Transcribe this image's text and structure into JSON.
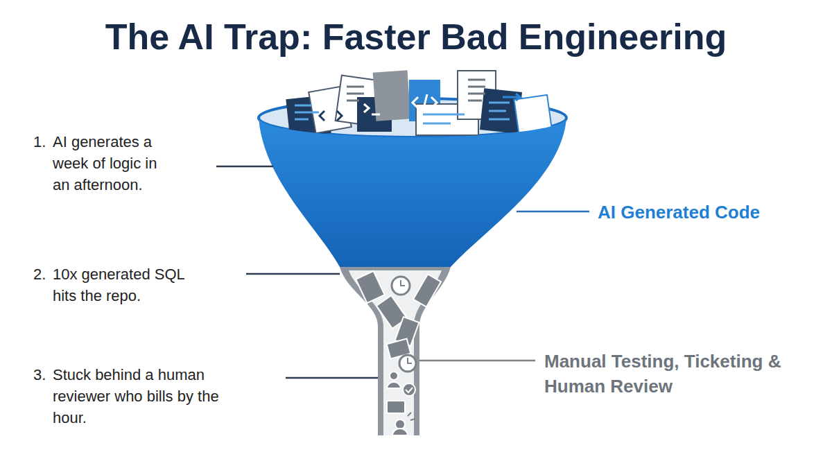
{
  "diagram": {
    "title": "The AI Trap: Faster Bad Engineering",
    "labels": [
      "1.",
      "AI generates a week of logic in an afternoon.",
      "2.",
      "10x generated SQL hits the repo.",
      "3.",
      "Stuck behind a human reviewer who bills by the hour.",
      "AI Generated Code",
      "Manual Testing, Ticketing & Human Review"
    ]
  }
}
